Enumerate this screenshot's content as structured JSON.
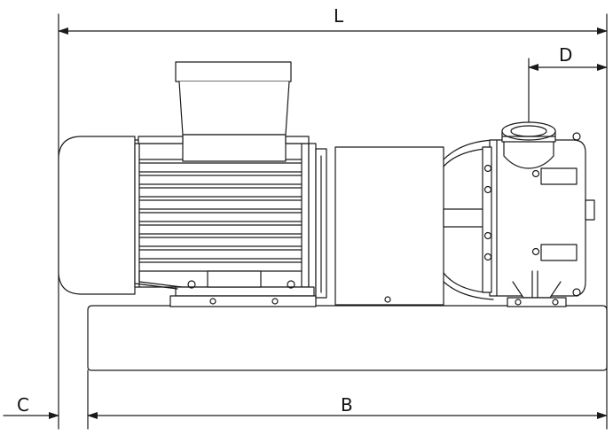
{
  "dimensions": {
    "overall_length": "L",
    "outlet_offset": "D",
    "base_offset": "C",
    "base_length": "B"
  }
}
